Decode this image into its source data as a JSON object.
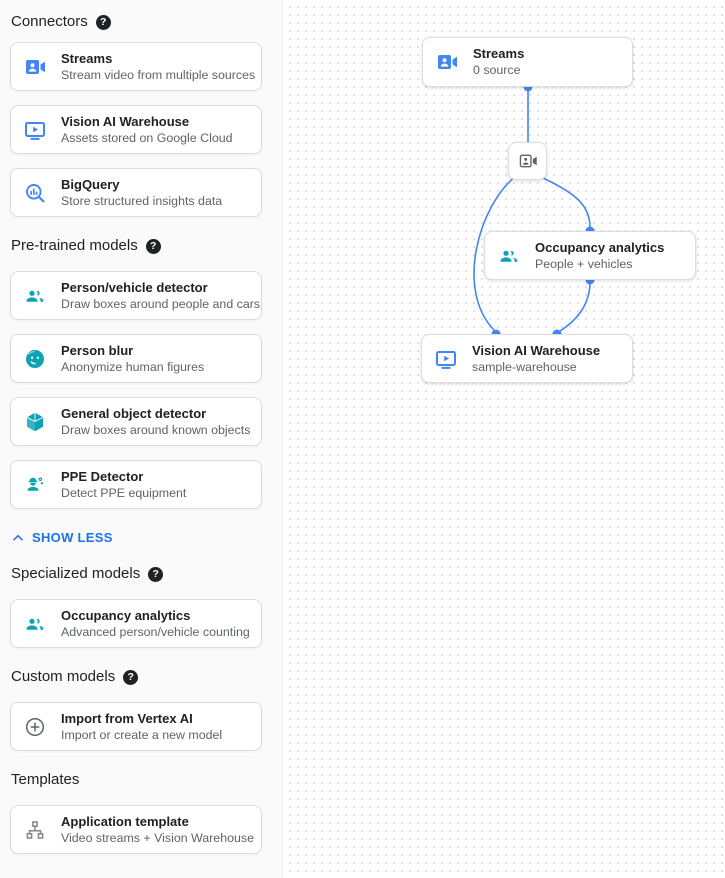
{
  "sidebar": {
    "sections": {
      "connectors": {
        "title": "Connectors",
        "items": [
          {
            "icon": "video-camera-icon",
            "title": "Streams",
            "subtitle": "Stream video from multiple sources"
          },
          {
            "icon": "warehouse-icon",
            "title": "Vision AI Warehouse",
            "subtitle": "Assets stored on Google Cloud"
          },
          {
            "icon": "bigquery-icon",
            "title": "BigQuery",
            "subtitle": "Store structured insights data"
          }
        ]
      },
      "pretrained": {
        "title": "Pre-trained models",
        "items": [
          {
            "icon": "people-icon",
            "title": "Person/vehicle detector",
            "subtitle": "Draw boxes around people and cars"
          },
          {
            "icon": "face-blur-icon",
            "title": "Person blur",
            "subtitle": "Anonymize human figures"
          },
          {
            "icon": "cube-icon",
            "title": "General object detector",
            "subtitle": "Draw boxes around known objects"
          },
          {
            "icon": "ppe-person-icon",
            "title": "PPE Detector",
            "subtitle": "Detect PPE equipment"
          }
        ]
      },
      "specialized": {
        "title": "Specialized models",
        "items": [
          {
            "icon": "people-icon",
            "title": "Occupancy analytics",
            "subtitle": "Advanced person/vehicle counting"
          }
        ]
      },
      "custom": {
        "title": "Custom models",
        "items": [
          {
            "icon": "plus-circle-icon",
            "title": "Import from Vertex AI",
            "subtitle": "Import or create a new model"
          }
        ]
      },
      "templates": {
        "title": "Templates",
        "items": [
          {
            "icon": "schema-tree-icon",
            "title": "Application template",
            "subtitle": "Video streams + Vision Warehouse"
          }
        ]
      }
    },
    "show_less_label": "SHOW LESS"
  },
  "canvas": {
    "nodes": {
      "streams": {
        "icon": "video-camera-icon",
        "title": "Streams",
        "subtitle": "0 source"
      },
      "mini": {
        "icon": "video-camera-outline-icon"
      },
      "occupancy": {
        "icon": "people-icon",
        "title": "Occupancy analytics",
        "subtitle": "People + vehicles"
      },
      "warehouse": {
        "icon": "warehouse-icon",
        "title": "Vision AI Warehouse",
        "subtitle": "sample-warehouse"
      }
    }
  },
  "icons": {
    "help_glyph": "?"
  },
  "colors": {
    "icon_blue": "#4285F4",
    "icon_teal": "#0AA3B5",
    "icon_gray": "#5F6368",
    "link_blue": "#1A73E8",
    "edge_blue": "#4285F4"
  }
}
